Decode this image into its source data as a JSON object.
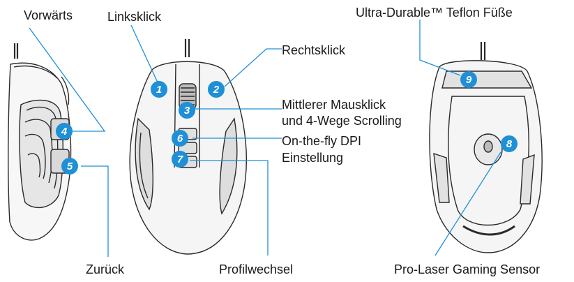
{
  "labels": {
    "vorwaerts": "Vorwärts",
    "linksklick": "Linksklick",
    "teflon": "Ultra-Durable™ Teflon Füße",
    "rechtsklick": "Rechtsklick",
    "mittlerer_1": "Mittlerer Mausklick",
    "mittlerer_2": "und 4-Wege Scrolling",
    "dpi_1": "On-the-fly DPI",
    "dpi_2": "Einstellung",
    "zurueck": "Zurück",
    "profilwechsel": "Profilwechsel",
    "sensor": "Pro-Laser Gaming Sensor"
  },
  "badges": {
    "b1": "1",
    "b2": "2",
    "b3": "3",
    "b4": "4",
    "b5": "5",
    "b6": "6",
    "b7": "7",
    "b8": "8",
    "b9": "9"
  },
  "colors": {
    "badge": "#1f8fd6",
    "leader_line": "#1f8fd6",
    "outline": "#2a2a2a"
  }
}
